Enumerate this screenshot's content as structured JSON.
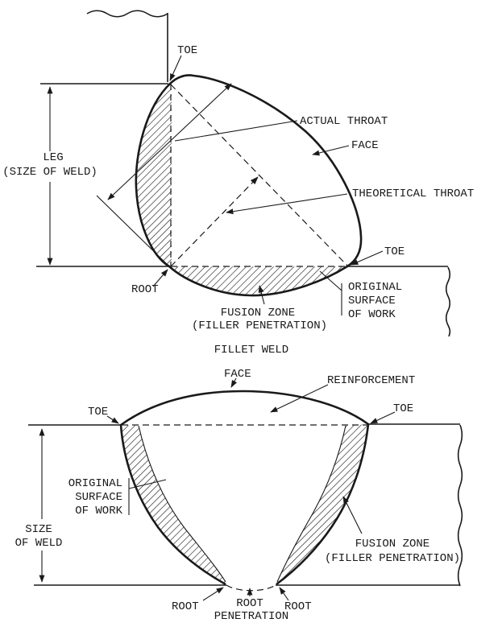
{
  "figure": {
    "description": "Weld nomenclature cross-section diagrams: fillet weld (top) and groove weld (bottom)",
    "ink_color": "#1a1a1a",
    "background_color": "#ffffff",
    "top": {
      "caption": "FILLET WELD",
      "labels": {
        "toe_top": "TOE",
        "leg_line1": "LEG",
        "leg_line2": "(SIZE OF WELD)",
        "actual_throat": "ACTUAL THROAT",
        "face": "FACE",
        "theoretical_throat": "THEORETICAL THROAT",
        "toe_right": "TOE",
        "root": "ROOT",
        "fusion_zone_line1": "FUSION ZONE",
        "fusion_zone_line2": "(FILLER PENETRATION)",
        "original_surface_line1": "ORIGINAL",
        "original_surface_line2": "SURFACE",
        "original_surface_line3": "OF WORK"
      }
    },
    "bottom": {
      "labels": {
        "face": "FACE",
        "reinforcement": "REINFORCEMENT",
        "toe_left": "TOE",
        "toe_right": "TOE",
        "size_line1": "SIZE",
        "size_line2": "OF WELD",
        "original_surface_line1": "ORIGINAL",
        "original_surface_line2": "SURFACE",
        "original_surface_line3": "OF WORK",
        "fusion_zone_line1": "FUSION ZONE",
        "fusion_zone_line2": "(FILLER PENETRATION)",
        "root_left": "ROOT",
        "root_center_line1": "ROOT",
        "root_center_line2": "PENETRATION",
        "root_right": "ROOT"
      }
    }
  }
}
